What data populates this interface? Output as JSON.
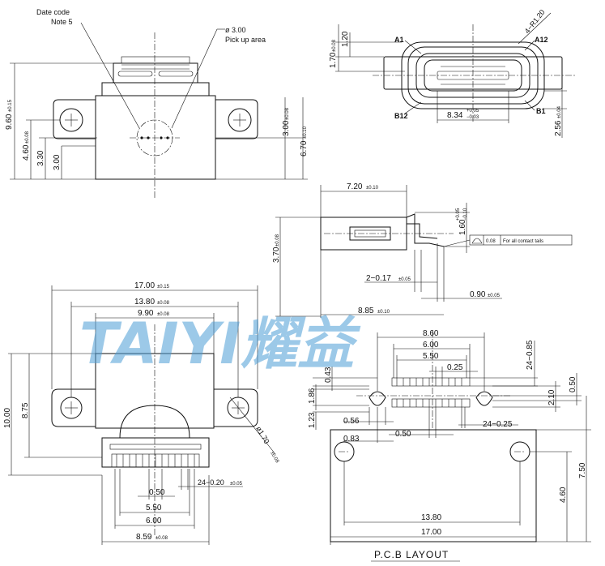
{
  "top_left_view": {
    "date_code": "Date code",
    "note": "Note 5",
    "pickup_dia": "ø 3.00",
    "pickup_label": "Pick up area",
    "dims": {
      "h_total": "9.60",
      "h_total_tol": "±0.15",
      "h_460": "4.60",
      "h_460_tol": "±0.08",
      "h_330": "3.30",
      "h_300": "3.00",
      "r_300": "3.00",
      "r_300_tol": "±0.08",
      "r_670": "6.70",
      "r_670_tol": "±0.10"
    }
  },
  "top_right_view": {
    "radius": "4−R1.20",
    "pin_a1": "A1",
    "pin_a12": "A12",
    "pin_b12": "B12",
    "pin_b1": "B1",
    "d_120": "1.20",
    "d_170": "1.70",
    "d_170_tol": "±0.08",
    "d_834": "8.34",
    "d_834_tol_top": "+0.05",
    "d_834_tol_bot": "−0.03",
    "d_256": "2.56",
    "d_256_tol": "±0.04"
  },
  "side_view": {
    "d_720": "7.20",
    "d_720_tol": "±0.10",
    "d_370": "3.70",
    "d_370_tol": "±0.08",
    "d_160": "1.60",
    "d_160_tol_top": "+0.05",
    "d_160_tol_bot": "−0.10",
    "coplanarity": "0.08",
    "coplanarity_note": "For all contact tails",
    "d_017": "2−0.17",
    "d_017_tol": "±0.05",
    "d_090": "0.90",
    "d_090_tol": "±0.05",
    "d_885": "8.85",
    "d_885_tol": "±0.10"
  },
  "front_view": {
    "d_1700": "17.00",
    "d_1700_tol": "±0.15",
    "d_1380": "13.80",
    "d_1380_tol": "±0.08",
    "d_990": "9.90",
    "d_990_tol": "±0.08",
    "d_1000": "10.00",
    "d_875": "8.75",
    "d_170": "ø1.70",
    "d_170_tol": "±0.08",
    "d_050": "0.50",
    "d_020": "24−0.20",
    "d_020_tol": "±0.05",
    "d_550": "5.50",
    "d_600": "6.00",
    "d_859": "8.59",
    "d_859_tol": "±0.08"
  },
  "pcb_layout": {
    "title": "P.C.B  LAYOUT",
    "d_860": "8.60",
    "d_600": "6.00",
    "d_550": "5.50",
    "d_025": "0.25",
    "d_24_085": "24−0.85",
    "d_043": "0.43",
    "d_186": "1.86",
    "d_210": "2.10",
    "d_050r": "0.50",
    "d_123": "1.23",
    "d_056": "0.56",
    "d_083": "0.83",
    "d_050": "0.50",
    "d_24_025": "24−0.25",
    "d_750": "7.50",
    "d_460": "4.60",
    "d_1380": "13.80",
    "d_1700": "17.00"
  },
  "watermark": "TAIYI耀益"
}
